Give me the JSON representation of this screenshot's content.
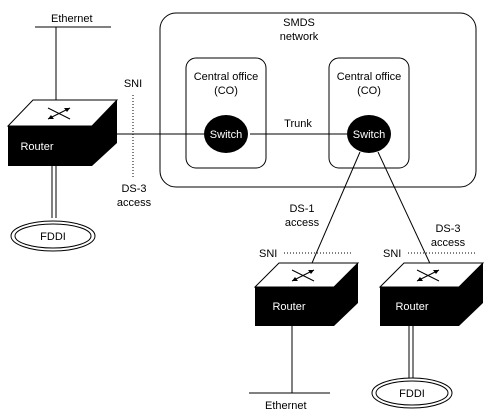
{
  "smds": {
    "title_line1": "SMDS",
    "title_line2": "network"
  },
  "central_office": {
    "left": {
      "line1": "Central office",
      "line2": "(CO)",
      "switch_label": "Switch"
    },
    "right": {
      "line1": "Central office",
      "line2": "(CO)",
      "switch_label": "Switch"
    }
  },
  "trunk_label": "Trunk",
  "routers": {
    "left": {
      "label": "Router"
    },
    "bottom": {
      "label": "Router"
    },
    "right": {
      "label": "Router"
    }
  },
  "links": {
    "left_sni": "SNI",
    "left_access_line1": "DS-3",
    "left_access_line2": "access",
    "mid_access_line1": "DS-1",
    "mid_access_line2": "access",
    "mid_sni": "SNI",
    "right_access_line1": "DS-3",
    "right_access_line2": "access",
    "right_sni": "SNI"
  },
  "networks": {
    "top_ethernet": "Ethernet",
    "bottom_ethernet": "Ethernet",
    "left_fddi": "FDDI",
    "right_fddi": "FDDI"
  }
}
